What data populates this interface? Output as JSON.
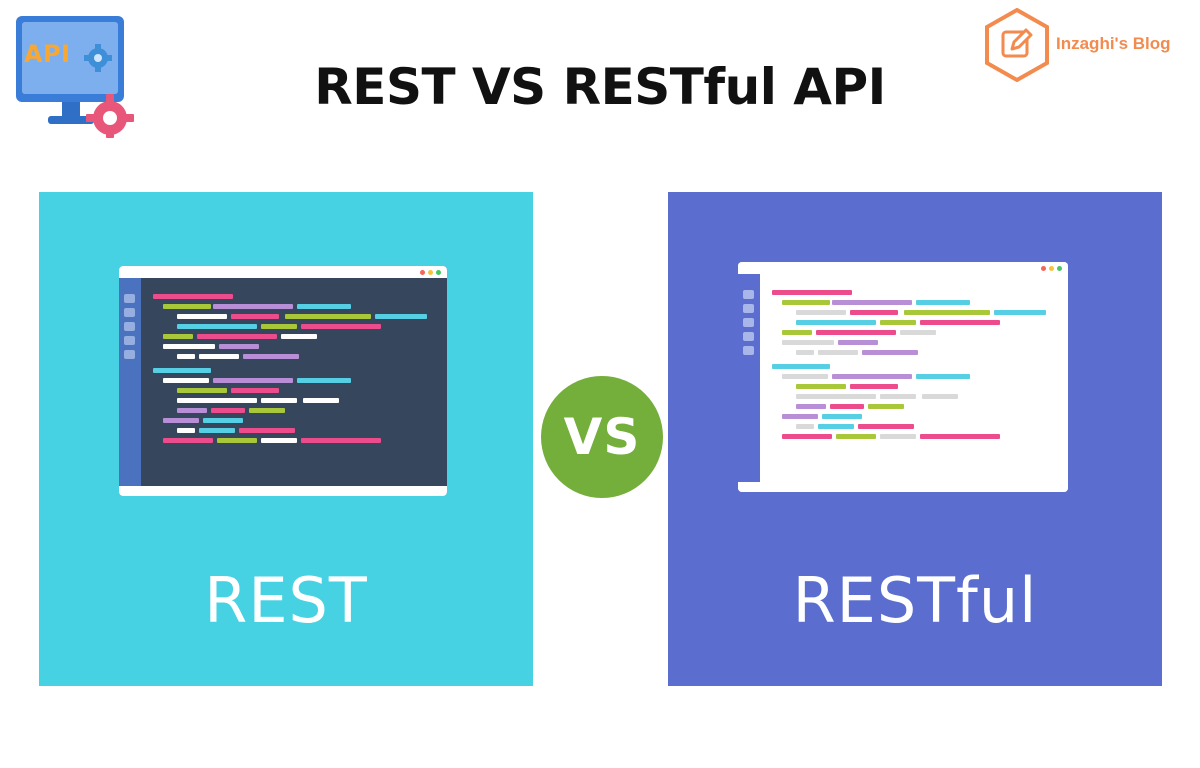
{
  "title": "REST VS RESTful API",
  "logo": {
    "text": "API"
  },
  "blog": {
    "name": "Inzaghi's Blog"
  },
  "panels": {
    "rest": {
      "label": "REST",
      "bg": "#47d2e4"
    },
    "restful": {
      "label": "RESTful",
      "bg": "#5b6ecf"
    }
  },
  "vs": {
    "text": "VS",
    "bg": "#74ae3b"
  },
  "colors": {
    "pink": "#ec4c8c",
    "lime": "#a8c83a",
    "purple": "#b88ed6",
    "cyan": "#56cfe5",
    "white": "#ffffff",
    "grey": "#d9d9d9"
  }
}
